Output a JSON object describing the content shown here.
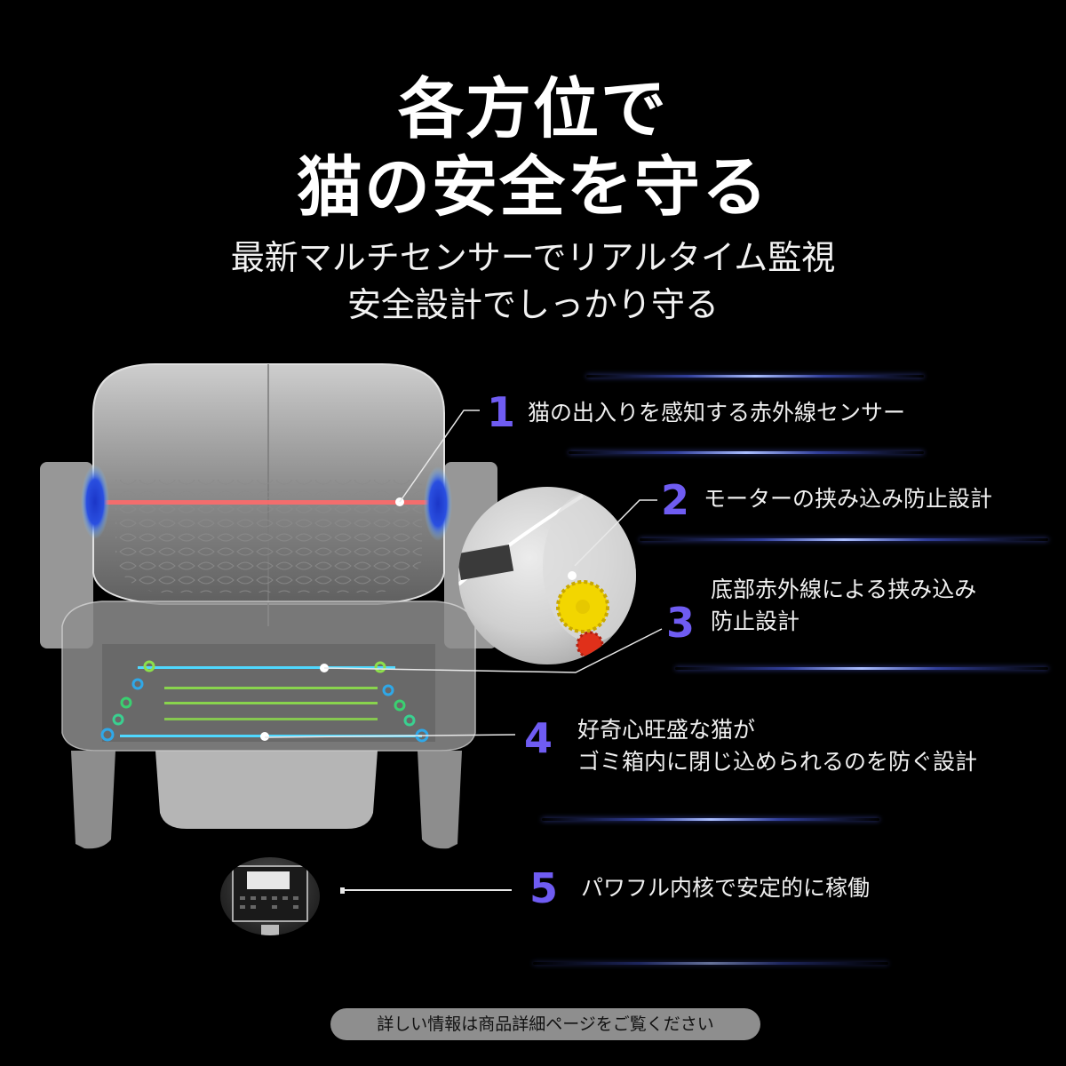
{
  "headline": {
    "line1": "各方位で",
    "line2": "猫の安全を守る"
  },
  "subheadline": {
    "line1": "最新マルチセンサーでリアルタイム監視",
    "line2": "安全設計でしっかり守る"
  },
  "features": [
    {
      "number": "1",
      "text": "猫の出入りを感知する赤外線センサー"
    },
    {
      "number": "2",
      "text": "モーターの挟み込み防止設計"
    },
    {
      "number": "3",
      "line1": "底部赤外線による挟み込み",
      "line2": "防止設計"
    },
    {
      "number": "4",
      "line1": "好奇心旺盛な猫が",
      "line2": "ゴミ箱内に閉じ込められるのを防ぐ設計"
    },
    {
      "number": "5",
      "text": "パワフル内核で安定的に稼働"
    }
  ],
  "footer": {
    "note": "詳しい情報は商品詳細ページをご覧ください"
  },
  "colors": {
    "background": "#000000",
    "accent_number": "#6f5cf2",
    "divider_glow": "#7a8cff",
    "infrared_beam": "#ff6a6a",
    "sensor_blue": "#2a4fe0",
    "sensor_cyan": "#4fd8ff",
    "sensor_green": "#8de04a",
    "gear_yellow": "#f2d600",
    "gear_red": "#e0301a",
    "pill_bg": "#8e8e8e"
  }
}
